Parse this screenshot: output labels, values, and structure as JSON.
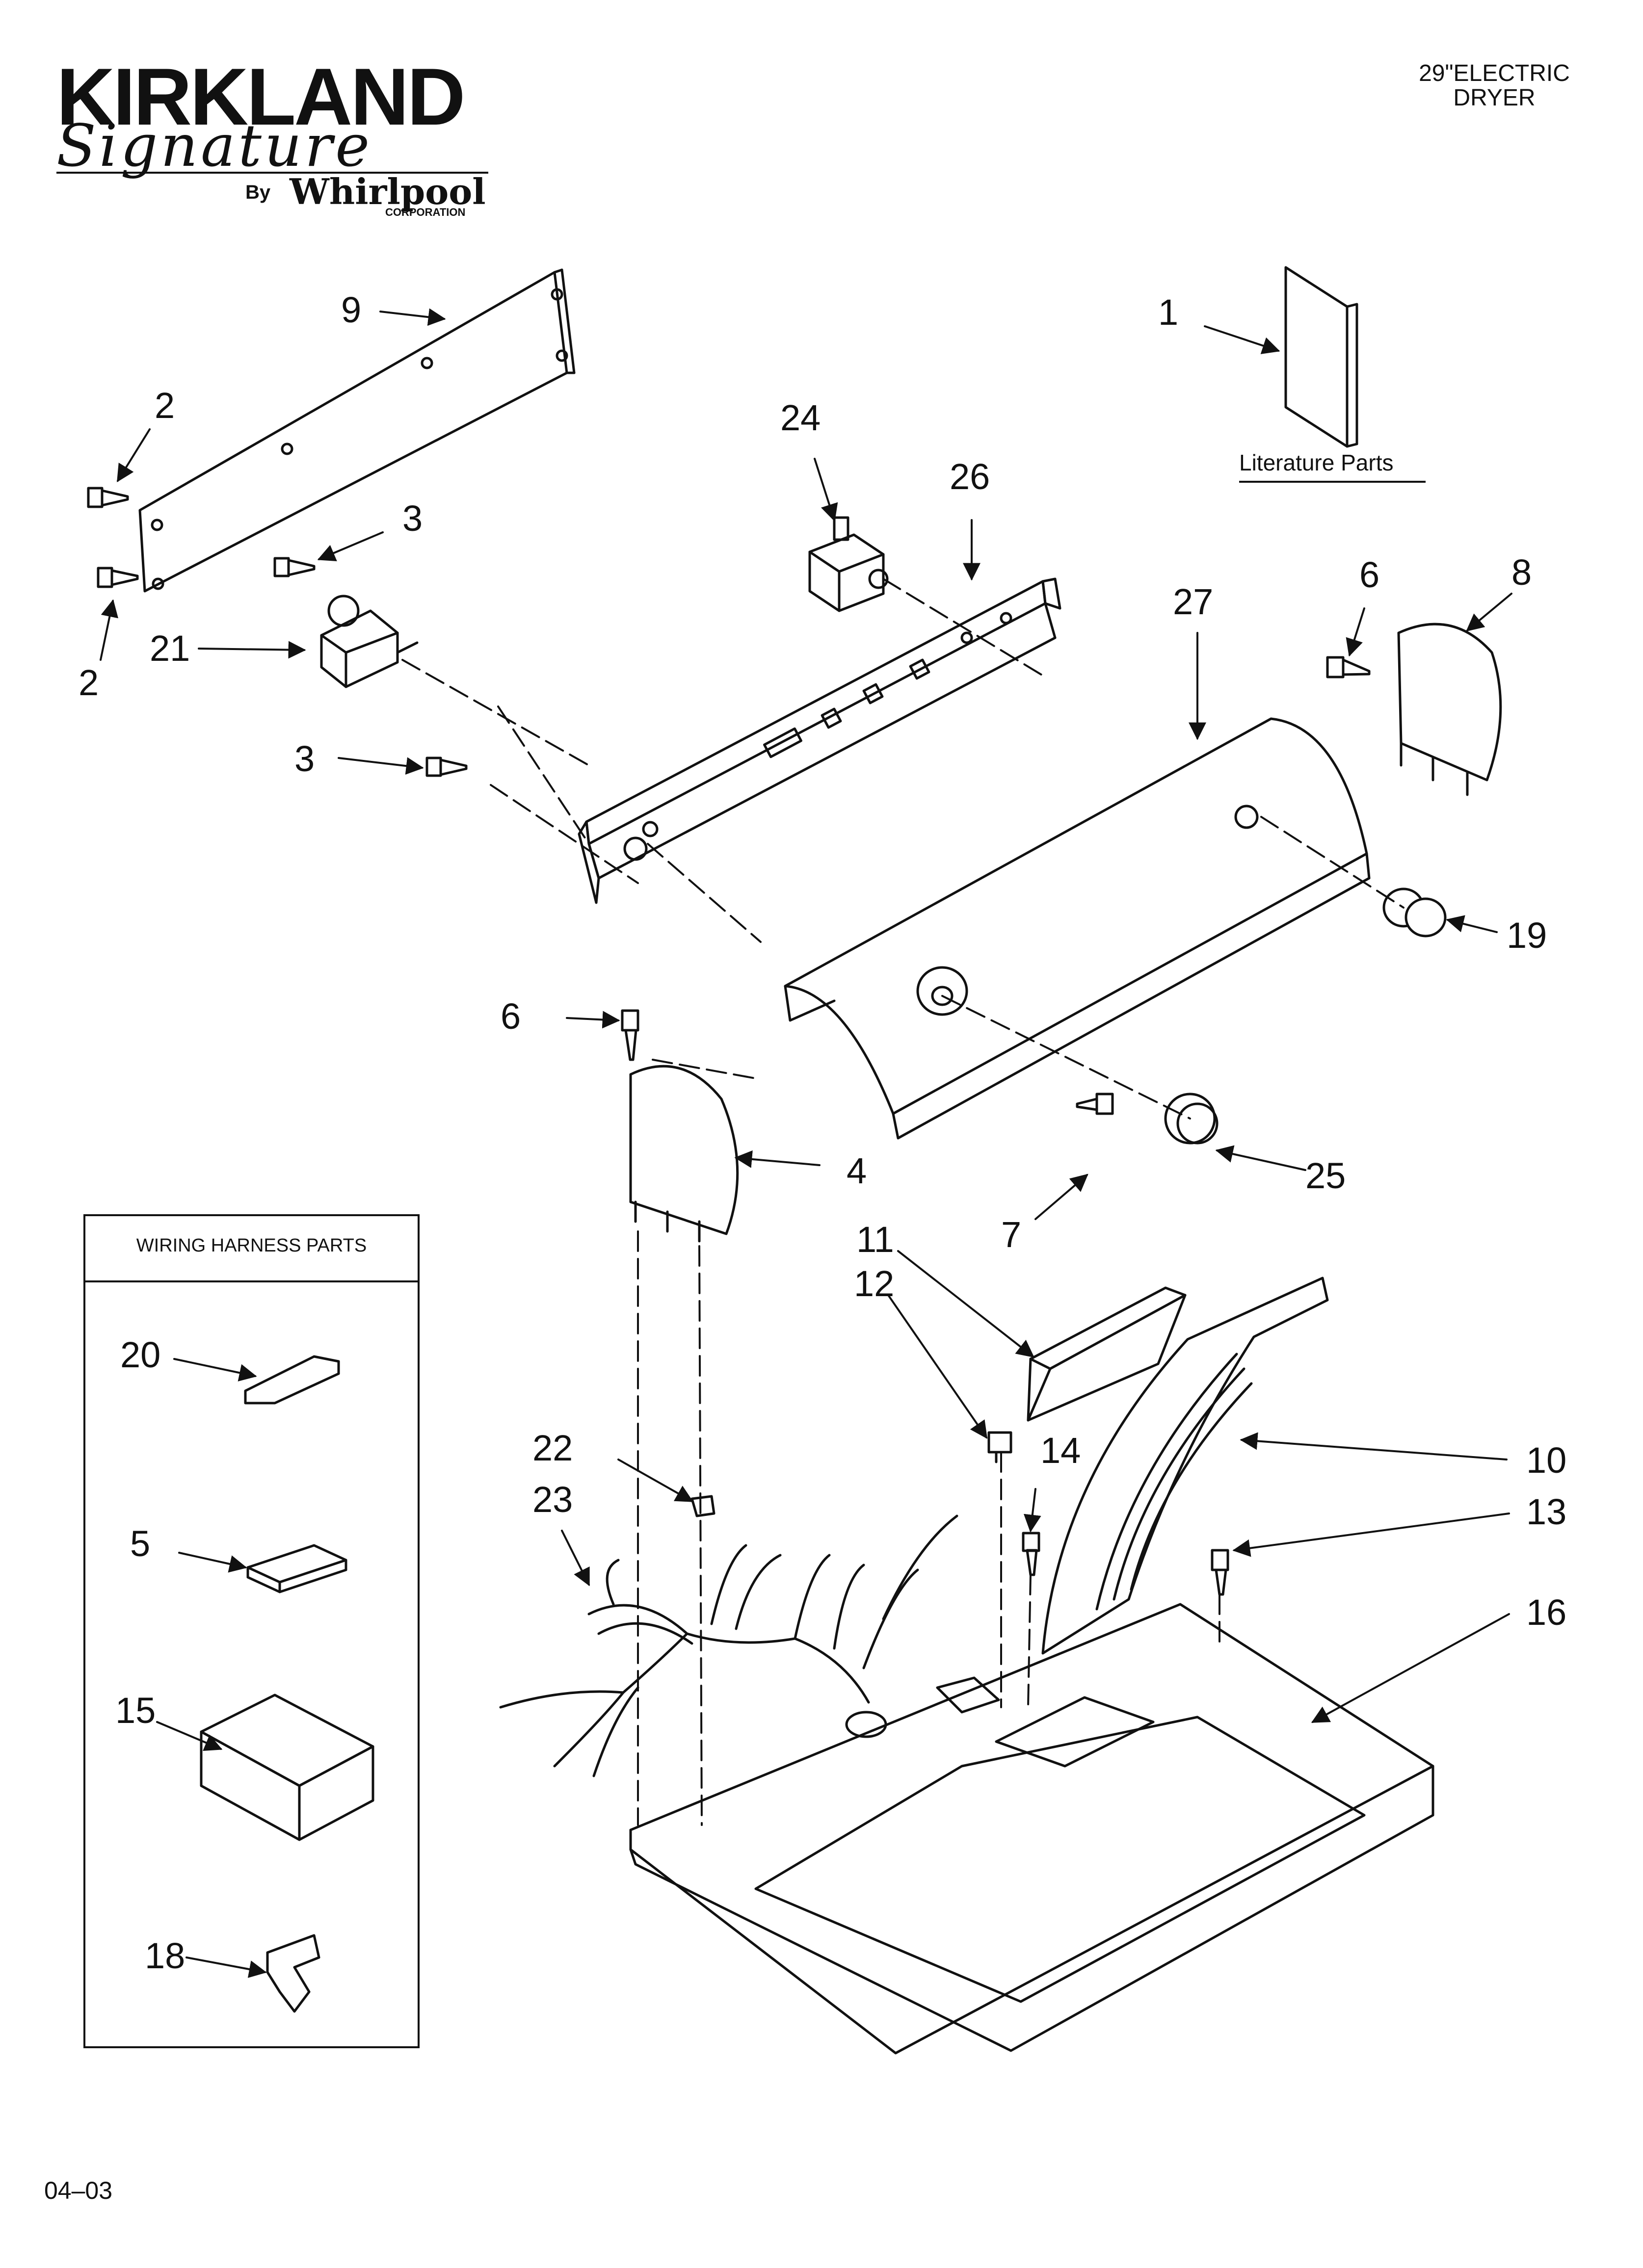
{
  "brand": {
    "name": "KIRKLAND",
    "script": "Signature",
    "by": "By",
    "maker": "Whirlpool",
    "corp": "CORPORATION"
  },
  "model": {
    "line1": "29\"ELECTRIC",
    "line2": "DRYER"
  },
  "literature_label": "Literature Parts",
  "wiring_harness_title": "WIRING HARNESS PARTS",
  "callouts": {
    "p1": "1",
    "p2a": "2",
    "p2b": "2",
    "p3a": "3",
    "p3b": "3",
    "p4": "4",
    "p5": "5",
    "p6a": "6",
    "p6b": "6",
    "p7": "7",
    "p8": "8",
    "p9": "9",
    "p10": "10",
    "p11": "11",
    "p12": "12",
    "p13": "13",
    "p14": "14",
    "p15": "15",
    "p16": "16",
    "p18": "18",
    "p19": "19",
    "p20": "20",
    "p21": "21",
    "p22": "22",
    "p23": "23",
    "p24": "24",
    "p25": "25",
    "p26": "26",
    "p27": "27"
  },
  "footer_code": "04–03"
}
